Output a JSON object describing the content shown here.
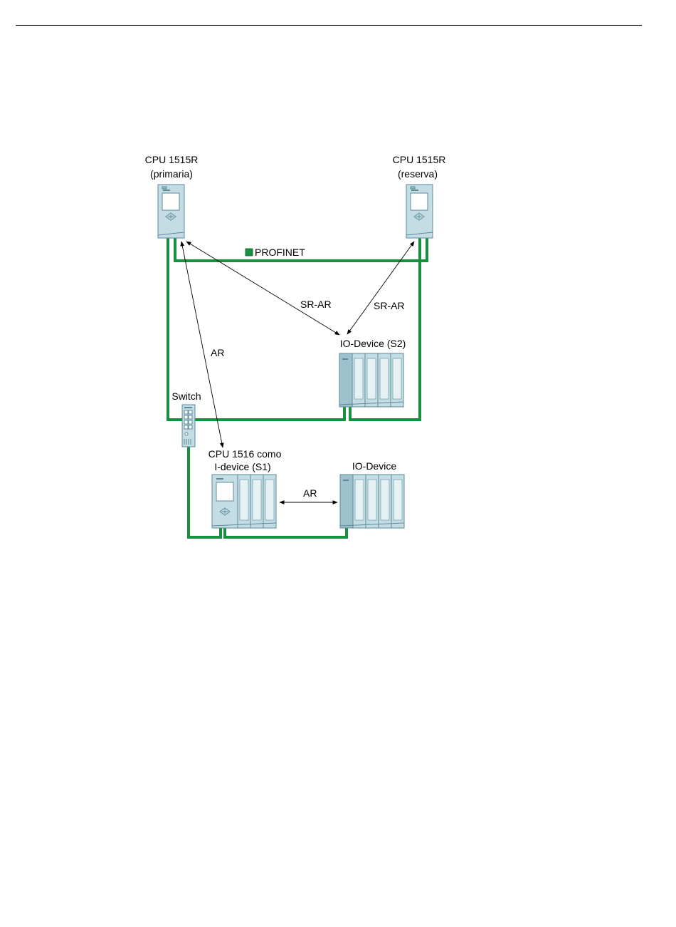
{
  "devices": {
    "cpu_primary": {
      "line1": "CPU 1515R",
      "line2": "(primaria)"
    },
    "cpu_backup": {
      "line1": "CPU 1515R",
      "line2": "(reserva)"
    },
    "io_device_s2": {
      "label": "IO-Device (S2)"
    },
    "switch": {
      "label": "Switch"
    },
    "cpu_idevice": {
      "line1": "CPU 1516 como",
      "line2": "I-device (S1)"
    },
    "io_device": {
      "label": "IO-Device"
    }
  },
  "connections": {
    "sr_ar_primary": "SR-AR",
    "sr_ar_backup": "SR-AR",
    "ar_cpu_idevice": "AR",
    "ar_idevice_io": "AR"
  },
  "legend": {
    "profinet_label": "PROFINET",
    "profinet_color": "#17913f"
  },
  "colors": {
    "network": "#17913f",
    "device_body": "#c4dde5",
    "device_outline": "#5d8a99"
  }
}
